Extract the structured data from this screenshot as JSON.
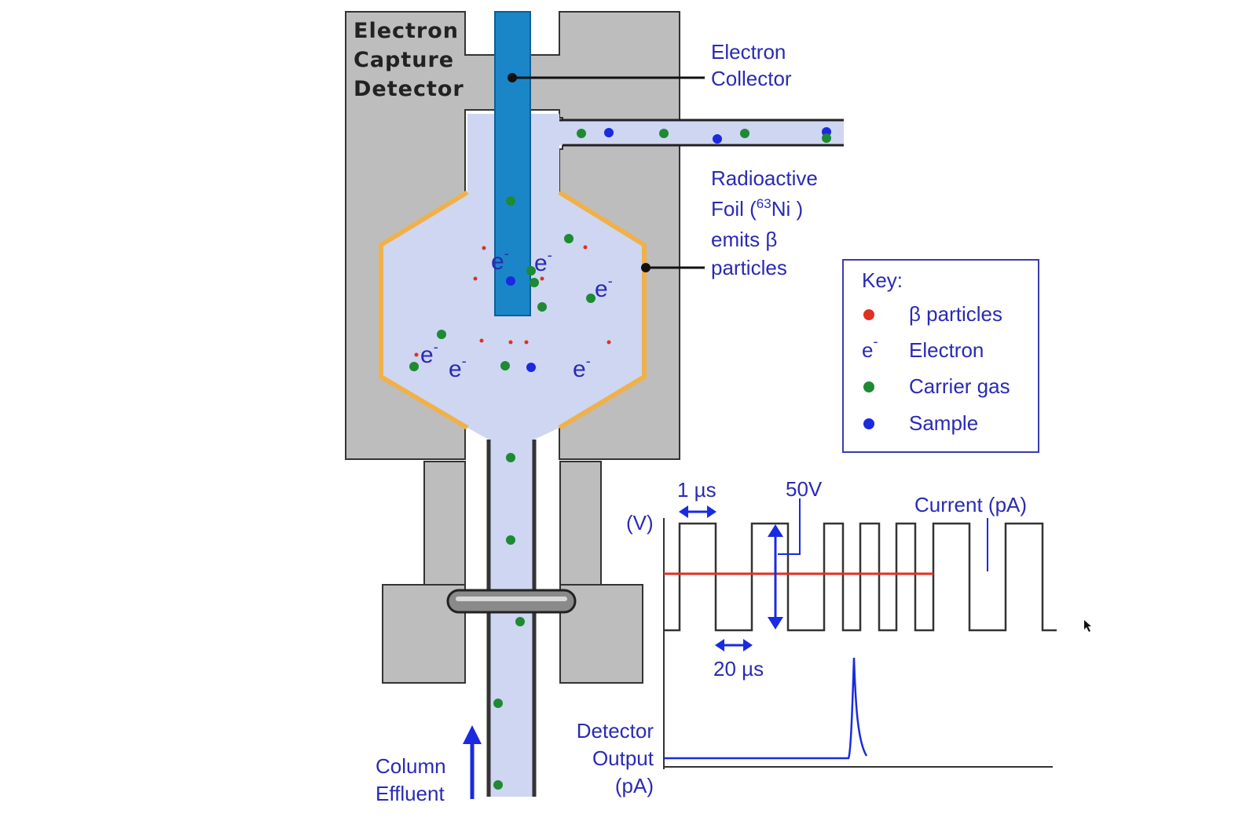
{
  "title": [
    "Electron",
    "Capture",
    "Detector"
  ],
  "labels": {
    "collector": [
      "Electron",
      "Collector"
    ],
    "foil": {
      "line1": "Radioactive",
      "line2_pre": "Foil (",
      "line2_sup": "63",
      "line2_post": "Ni )",
      "line3": "emits β",
      "line4": "particles"
    },
    "effluent": [
      "Column",
      "Effluent"
    ],
    "electron_symbol": "e",
    "electron_charge": "-"
  },
  "key": {
    "title": "Key:",
    "items": [
      {
        "label": "β particles",
        "marker": "dot",
        "color": "#e03020"
      },
      {
        "label": "Electron",
        "marker": "e-",
        "color": "#2a2ab5"
      },
      {
        "label": "Carrier gas",
        "marker": "dot",
        "color": "#1e8a32"
      },
      {
        "label": "Sample",
        "marker": "dot",
        "color": "#1a2ae0"
      }
    ]
  },
  "pulse_chart": {
    "y_unit": "(V)",
    "width_label": "1 µs",
    "gap_label": "20 µs",
    "amplitude_label": "50V",
    "current_label": "Current (pA)"
  },
  "output_chart": {
    "ylabel": [
      "Detector",
      "Output",
      "(pA)"
    ]
  },
  "colors": {
    "body_gray": "#bdbdbd",
    "chamber": "#ced6f2",
    "collector_blue": "#1a86c8",
    "foil_orange": "#f0b14a",
    "text_blue": "#2a2ab5",
    "reference_red": "#e03020"
  }
}
